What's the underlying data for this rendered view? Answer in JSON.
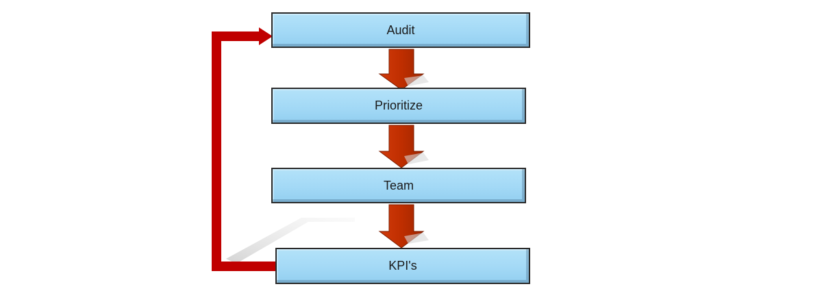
{
  "diagram": {
    "steps": [
      {
        "id": "audit",
        "label": "Audit"
      },
      {
        "id": "prioritize",
        "label": "Prioritize"
      },
      {
        "id": "team",
        "label": "Team"
      },
      {
        "id": "kpis",
        "label": "KPI's"
      }
    ],
    "colors": {
      "box_fill": "#a3d9f6",
      "box_border": "#2a2a2a",
      "down_arrow_fill": "#c03000",
      "loop_arrow": "#c00000"
    }
  }
}
